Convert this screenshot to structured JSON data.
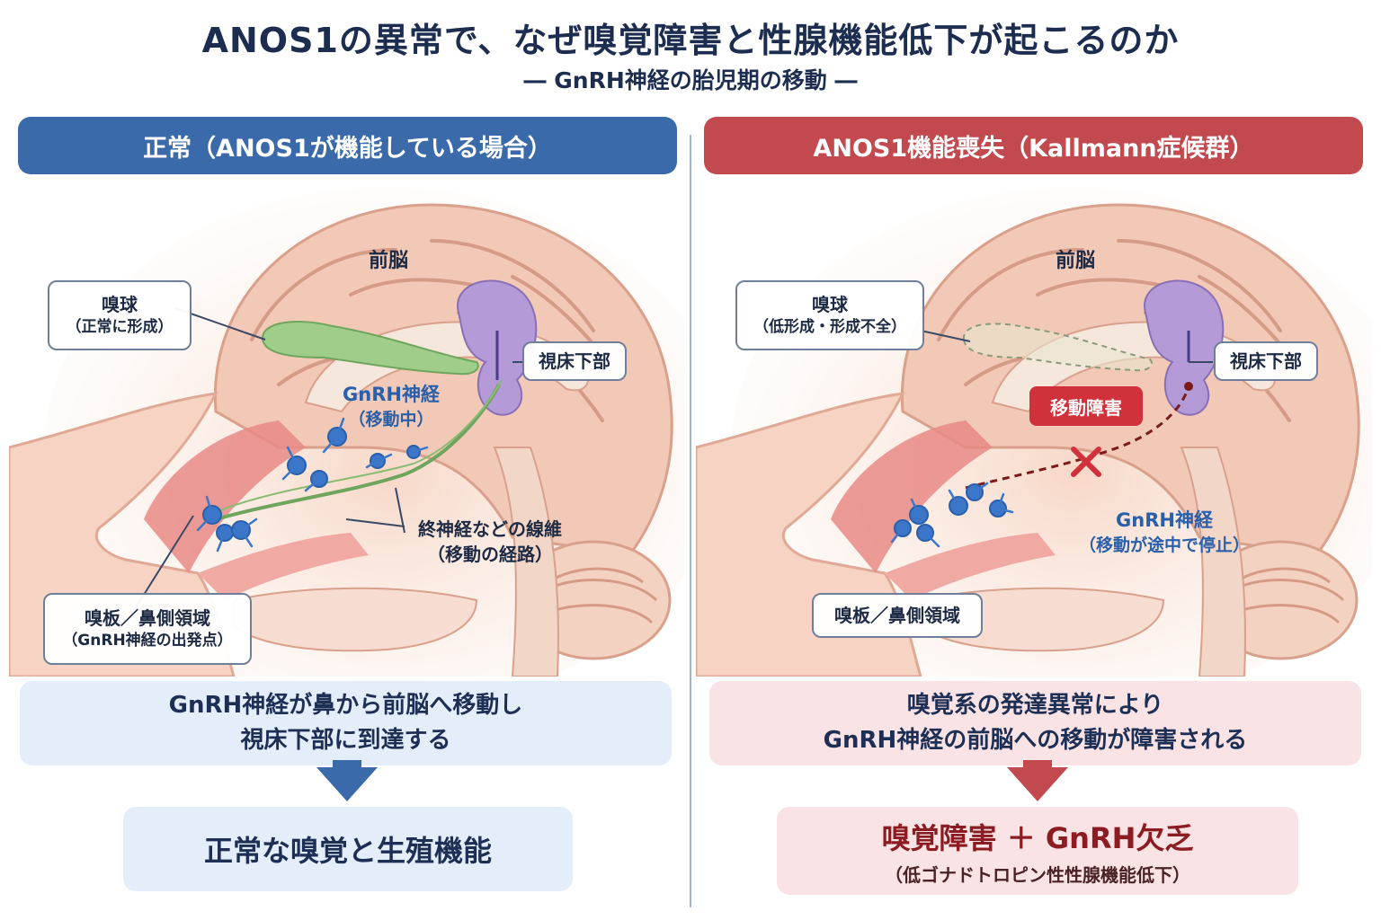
{
  "title": "ANOS1の異常で、なぜ嗅覚障害と性腺機能低下が起こるのか",
  "subtitle": "― GnRH神経の胎児期の移動 ―",
  "left": {
    "header": "正常（ANOS1が機能している場合）",
    "forebrain": "前脳",
    "olfactory_bulb": "嗅球",
    "olfactory_bulb_note": "（正常に形成）",
    "hypothalamus": "視床下部",
    "gnrh_label": "GnRH神経",
    "gnrh_note": "（移動中）",
    "fiber_label": "終神経などの線維",
    "fiber_note": "（移動の経路）",
    "placode": "嗅板／鼻側領域",
    "placode_note": "（GnRH神経の出発点）",
    "result_line1": "GnRH神経が鼻から前脳へ移動し",
    "result_line2": "視床下部に到達する",
    "outcome": "正常な嗅覚と生殖機能"
  },
  "right": {
    "header": "ANOS1機能喪失（Kallmann症候群）",
    "forebrain": "前脳",
    "olfactory_bulb": "嗅球",
    "olfactory_bulb_note": "（低形成・形成不全）",
    "hypothalamus": "視床下部",
    "migration_block": "移動障害",
    "gnrh_label": "GnRH神経",
    "gnrh_note": "（移動が途中で停止）",
    "placode": "嗅板／鼻側領域",
    "result_line1": "嗅覚系の発達異常により",
    "result_line2": "GnRH神経の前脳への移動が障害される",
    "outcome_main": "嗅覚障害 ＋ GnRH欠乏",
    "outcome_sub": "（低ゴナドトロピン性性腺機能低下）"
  },
  "colors": {
    "blue_header": "#3a6aaa",
    "red_header": "#c24a4f",
    "olfactory_bulb_normal": "#9fcd8a",
    "hypothalamus": "#b49ad6",
    "neuron": "#3b76c9",
    "block_red": "#d0313a"
  }
}
